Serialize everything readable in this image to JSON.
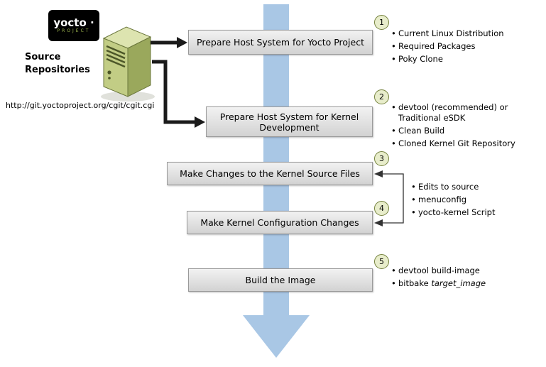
{
  "diagram": {
    "logo": {
      "title": "yocto ·",
      "subtitle": "PROJECT"
    },
    "source": {
      "label": "Source Repositories",
      "url": "http://git.yoctoproject.org/cgit/cgit.cgi"
    },
    "steps": [
      {
        "num": "1",
        "label": "Prepare Host System for Yocto Project",
        "bullets": [
          "Current Linux Distribution",
          "Required Packages",
          "Poky Clone"
        ]
      },
      {
        "num": "2",
        "label": "Prepare Host System for Kernel Development",
        "bullets": [
          "devtool (recommended) or Traditional eSDK",
          "Clean Build",
          "Cloned Kernel Git Repository"
        ]
      },
      {
        "num": "3",
        "label": "Make Changes to the Kernel Source Files",
        "bullets": []
      },
      {
        "num": "4",
        "label": "Make Kernel Configuration Changes",
        "bullets": []
      },
      {
        "num": "5",
        "label": "Build the Image",
        "bullets": [
          "devtool build-image"
        ],
        "bullet_rich": {
          "prefix": "bitbake ",
          "italic": "target_image"
        }
      }
    ],
    "shared_bullets_3_4": [
      "Edits to source",
      "menuconfig",
      "yocto-kernel Script"
    ],
    "colors": {
      "flow_arrow": "#a9c7e5",
      "box_border": "#9a9a9a",
      "badge_fill": "#e8edcb",
      "badge_border": "#76833f",
      "server_green": "#c2cd85",
      "connector_black": "#1a1a1a",
      "bracket_gray": "#333333"
    }
  }
}
